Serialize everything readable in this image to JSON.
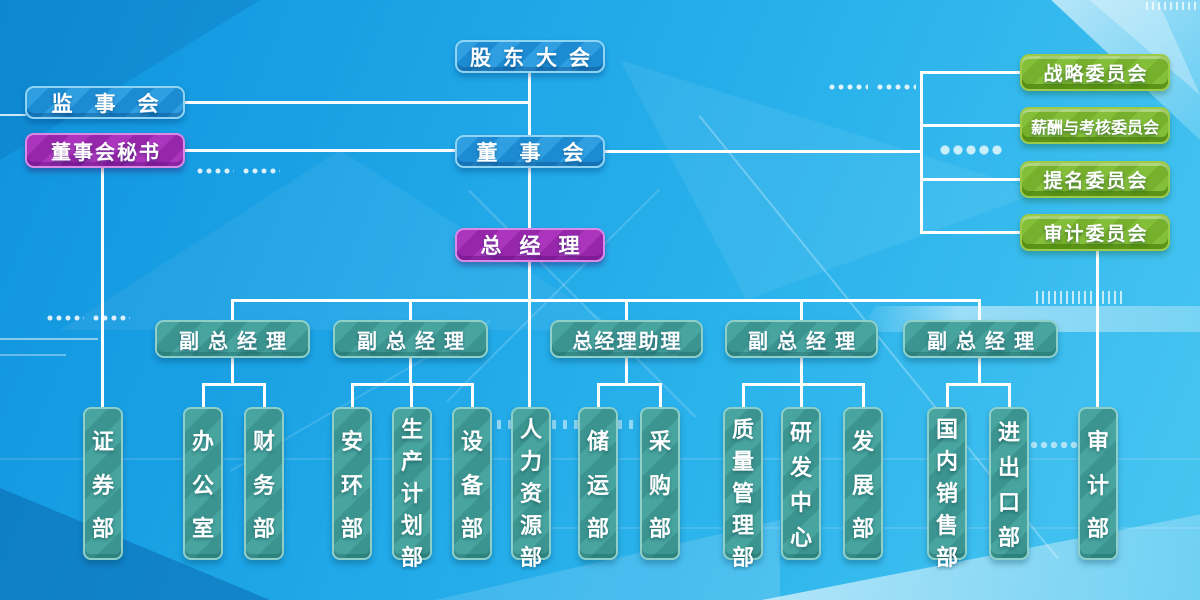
{
  "palette": {
    "background_blue": "#1ca4e6",
    "blue_box": "#1d8bd2",
    "purple_box": "#a02fb4",
    "teal_box": "#3f9e99",
    "green_box": "#7cb733",
    "connector": "#ffffff"
  },
  "top": {
    "shareholders": {
      "label": "股东大会"
    },
    "supervisory": {
      "label": "监事会"
    },
    "board_secretary": {
      "label": "董事会秘书"
    },
    "board": {
      "label": "董事会"
    },
    "general_manager": {
      "label": "总经理"
    }
  },
  "committees": [
    {
      "label": "战略委员会"
    },
    {
      "label": "薪酬与考核委员会"
    },
    {
      "label": "提名委员会"
    },
    {
      "label": "审计委员会"
    }
  ],
  "managers": [
    {
      "label": "副总经理"
    },
    {
      "label": "副总经理"
    },
    {
      "label": "总经理助理"
    },
    {
      "label": "副总经理"
    },
    {
      "label": "副总经理"
    }
  ],
  "departments": [
    {
      "label": "证券部"
    },
    {
      "label": "办公室"
    },
    {
      "label": "财务部"
    },
    {
      "label": "安环部"
    },
    {
      "label": "生产计划部"
    },
    {
      "label": "设备部"
    },
    {
      "label": "人力资源部"
    },
    {
      "label": "储运部"
    },
    {
      "label": "采购部"
    },
    {
      "label": "质量管理部"
    },
    {
      "label": "研发中心"
    },
    {
      "label": "发展部"
    },
    {
      "label": "国内销售部"
    },
    {
      "label": "进出口部"
    },
    {
      "label": "审计部"
    }
  ]
}
